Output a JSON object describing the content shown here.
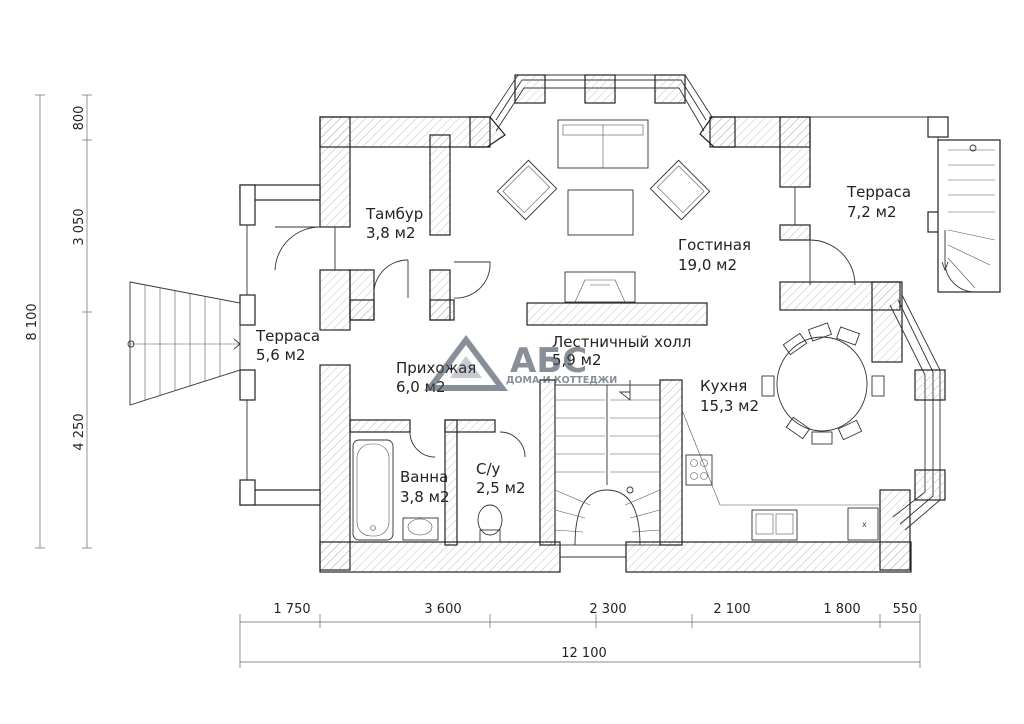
{
  "rooms": {
    "tambur": {
      "name": "Тамбур",
      "area": "3,8 м2"
    },
    "terrace_right": {
      "name": "Терраса",
      "area": "7,2 м2"
    },
    "living": {
      "name": "Гостиная",
      "area": "19,0 м2"
    },
    "terrace_left": {
      "name": "Терраса",
      "area": "5,6 м2"
    },
    "stair_hall": {
      "name": "Лестничный холл",
      "area": "5,9 м2"
    },
    "hallway": {
      "name": "Прихожая",
      "area": "6,0 м2"
    },
    "kitchen": {
      "name": "Кухня",
      "area": "15,3 м2"
    },
    "bath": {
      "name": "Ванна",
      "area": "3,8 м2"
    },
    "wc": {
      "name": "С/у",
      "area": "2,5 м2"
    }
  },
  "dimensions": {
    "horizontal": [
      "1 750",
      "3 600",
      "2 300",
      "2 100",
      "1 800",
      "550"
    ],
    "total_width": "12 100",
    "vertical": [
      "800",
      "3 050",
      "4 250"
    ],
    "total_height": "8 100"
  },
  "logo": {
    "letters": "АБС",
    "subtitle": "ДОМА И КОТТЕДЖИ",
    "color": "#46505f"
  },
  "colors": {
    "lines": "#222222",
    "background": "#ffffff"
  }
}
